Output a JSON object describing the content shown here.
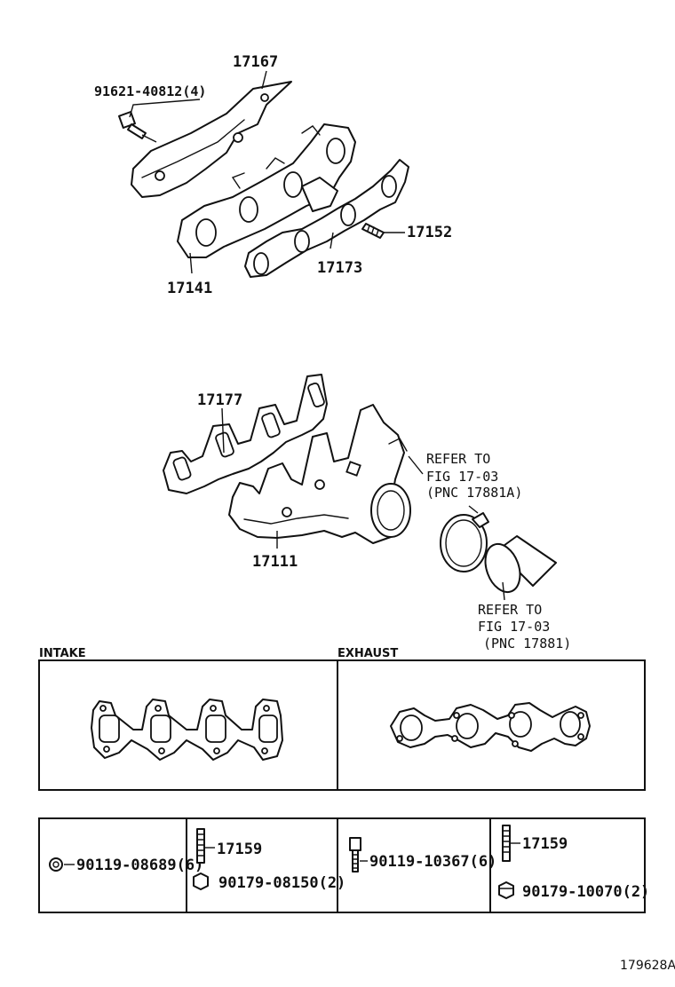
{
  "labels": {
    "p17167": "17167",
    "p91621": "91621-40812(4)",
    "p17152": "17152",
    "p17173": "17173",
    "p17141": "17141",
    "p17177": "17177",
    "p17111": "17111",
    "ref1_line1": "REFER TO",
    "ref1_line2": "FIG 17-03",
    "ref1_line3": "(PNC 17881A)",
    "ref2_line1": "REFER TO",
    "ref2_line2": "FIG 17-03",
    "ref2_line3": "(PNC 17881)"
  },
  "sections": {
    "intake": "INTAKE",
    "exhaust": "EXHAUST"
  },
  "hardware": {
    "intake_nut": "90119-08689(6)",
    "intake_stud": "17159",
    "intake_washer": "90179-08150(2)",
    "exhaust_bolt": "90119-10367(6)",
    "exhaust_stud": "17159",
    "exhaust_nut": "90179-10070(2)"
  },
  "figure_code": "179628A"
}
